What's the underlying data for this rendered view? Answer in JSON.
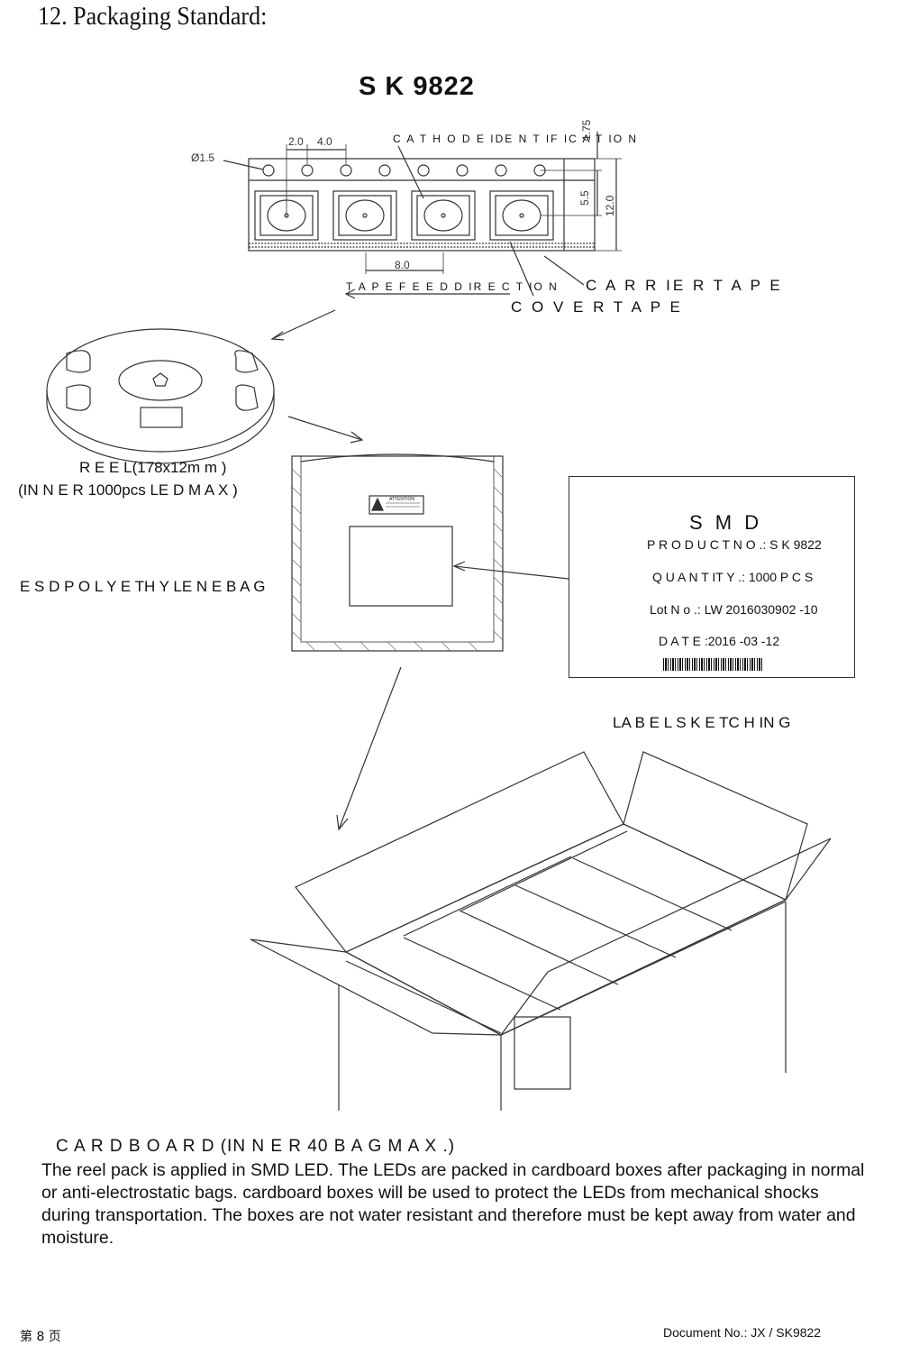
{
  "page": {
    "section_title": "12. Packaging Standard:",
    "model": "S K 9822"
  },
  "tape": {
    "cathode_label": "C A T H O D E IDE N T IF IC A T IO N",
    "dim_pitch_hole": "2.0",
    "dim_pitch": "4.0",
    "dim_hole": "Ø1.5",
    "dim_edge": "1.75",
    "dim_row": "5.5",
    "dim_width": "12.0",
    "dim_component_pitch": "8.0",
    "feed_direction": "T A P E F E E D D IR E C T IO N",
    "carrier_tape": "C A R R IE R T A P E",
    "cover_tape": "C O V E R T A P E"
  },
  "reel": {
    "label_line1": "R E E L(178x12m m )",
    "label_line2": "(IN N E R 1000pcs LE D M A X )"
  },
  "bag": {
    "label": "E S D P O L Y E TH Y LE N E B A G",
    "attention": "ATTENTION"
  },
  "smd_label": {
    "heading": "S M D",
    "product_no": "P R O D U C T N O .: S K 9822",
    "quantity": "Q U A N T IT Y .: 1000 P C S",
    "lot_no": "Lot N o .: LW 2016030902 -10",
    "date": "D A T E :2016 -03 -12",
    "caption": "LA B E L S K E TC H IN G"
  },
  "cardboard": {
    "label": "C A R D B O A R D (IN N E R 40 B A G M A X .)"
  },
  "description": "The reel pack is applied in SMD LED. The LEDs are packed in cardboard boxes after packaging in normal or anti-electrostatic bags. cardboard boxes will be used to protect the LEDs from mechanical shocks during transportation. The boxes are not water resistant and therefore must be kept away from water and moisture.",
  "footer": {
    "page_number": "第 8 页",
    "document_no": "Document No.: JX  /  SK9822"
  }
}
